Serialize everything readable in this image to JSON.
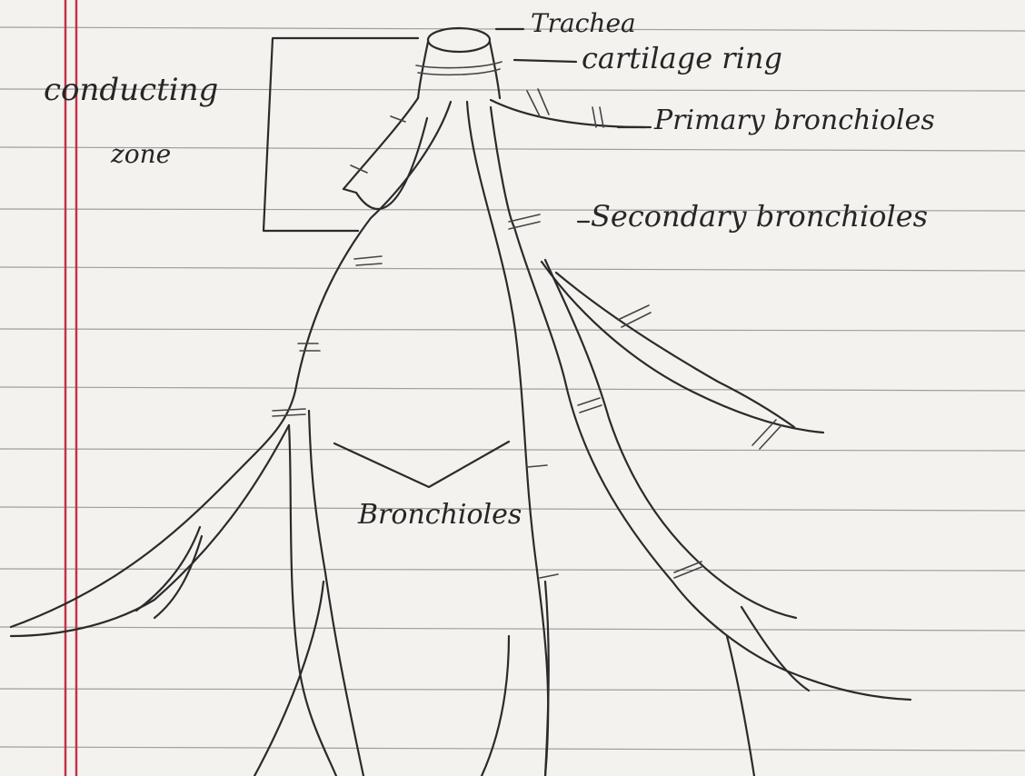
{
  "labels": {
    "trachea": "Trachea",
    "cartilage_ring": "cartilage ring",
    "primary_bronchioles": "Primary bronchioles",
    "secondary_bronchioles": "Secondary bronchioles",
    "bronchioles": "Bronchioles",
    "zone_line1": "conducting",
    "zone_line2": "zone"
  },
  "colors": {
    "paper": "#f4f2ee",
    "ink": "#2b2b2b",
    "rule_line": "#5a5a5a",
    "margin_line": "#c2334a"
  }
}
